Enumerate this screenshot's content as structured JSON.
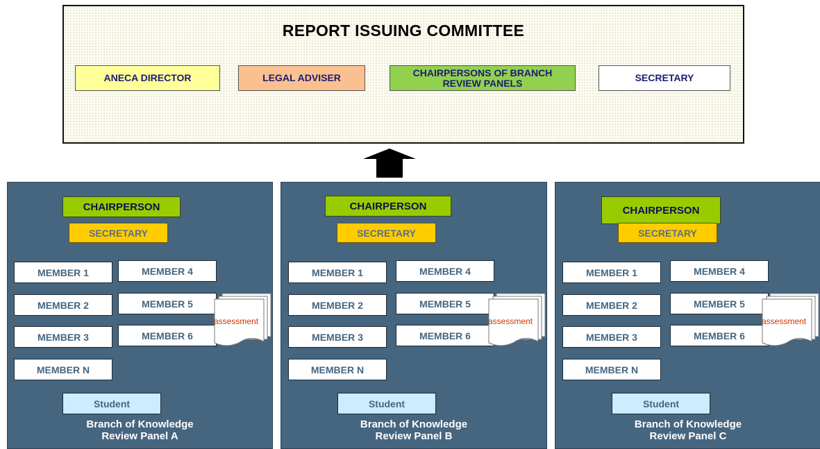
{
  "committee": {
    "title": "REPORT ISSUING COMMITTEE",
    "roles": [
      {
        "label": "ANECA DIRECTOR",
        "color": "#ffff99"
      },
      {
        "label": "LEGAL ADVISER",
        "color": "#fac090"
      },
      {
        "label": "CHAIRPERSONS OF BRANCH REVIEW PANELS",
        "color": "#92d050"
      },
      {
        "label": "SECRETARY",
        "color": "#ffffff"
      }
    ]
  },
  "arrow": {
    "direction": "up"
  },
  "panels": [
    {
      "chairperson": "CHAIRPERSON",
      "secretary": "SECRETARY",
      "members": [
        "MEMBER 1",
        "MEMBER 2",
        "MEMBER 3",
        "MEMBER N",
        "MEMBER 4",
        "MEMBER 5",
        "MEMBER 6"
      ],
      "document_label": "assessment",
      "student": "Student",
      "name_line1": "Branch of Knowledge",
      "name_line2": "Review Panel A"
    },
    {
      "chairperson": "CHAIRPERSON",
      "secretary": "SECRETARY",
      "members": [
        "MEMBER 1",
        "MEMBER 2",
        "MEMBER 3",
        "MEMBER N",
        "MEMBER 4",
        "MEMBER 5",
        "MEMBER 6"
      ],
      "document_label": "assessment",
      "student": "Student",
      "name_line1": "Branch of Knowledge",
      "name_line2": "Review Panel B"
    },
    {
      "chairperson": "CHAIRPERSON",
      "secretary": "SECRETARY",
      "members": [
        "MEMBER 1",
        "MEMBER 2",
        "MEMBER 3",
        "MEMBER N",
        "MEMBER 4",
        "MEMBER 5",
        "MEMBER 6"
      ],
      "document_label": "assessment",
      "student": "Student",
      "name_line1": "Branch of Knowledge",
      "name_line2": "Review Panel C"
    }
  ],
  "colors": {
    "panel_bg": "#46657f",
    "chairperson": "#99cc00",
    "secretary": "#ffcc00",
    "student": "#ccecff"
  }
}
